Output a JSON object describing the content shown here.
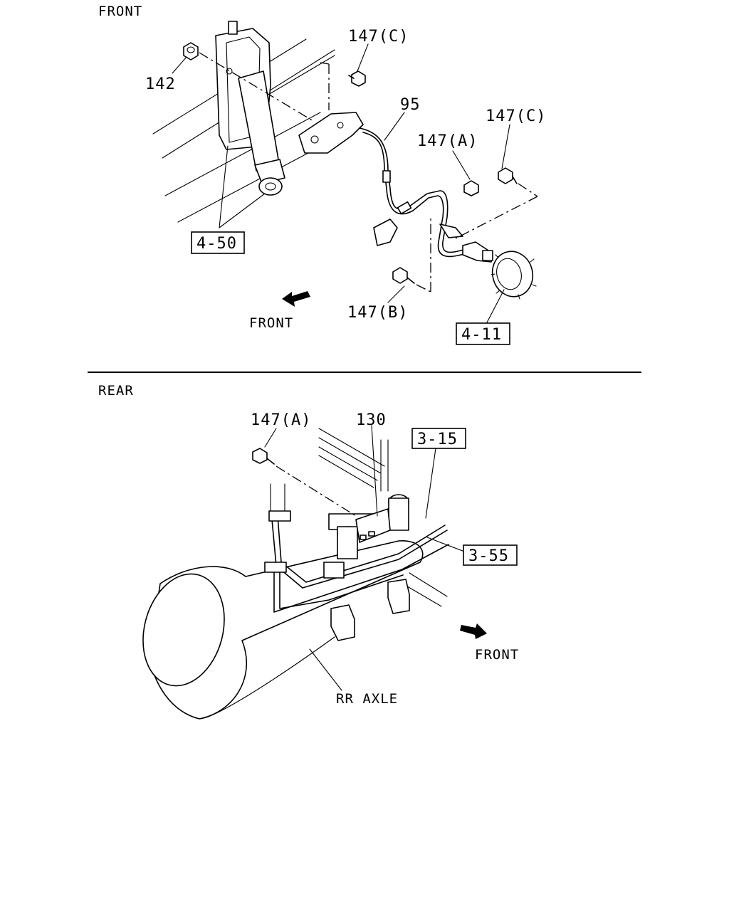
{
  "front_section": {
    "title": "FRONT",
    "labels": {
      "p147c_top": "147(C)",
      "p142": "142",
      "p95": "95",
      "p147c_right": "147(C)",
      "p147a": "147(A)",
      "p147b": "147(B)"
    },
    "refs": {
      "r450": "4-50",
      "r411": "4-11"
    },
    "direction": "FRONT"
  },
  "rear_section": {
    "title": "REAR",
    "labels": {
      "p147a": "147(A)",
      "p130": "130",
      "axle": "RR AXLE"
    },
    "refs": {
      "r315": "3-15",
      "r355": "3-55"
    },
    "direction": "FRONT"
  }
}
